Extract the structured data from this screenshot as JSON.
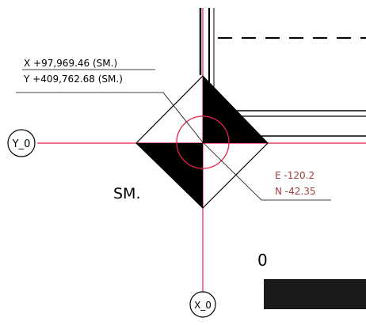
{
  "coordinates": {
    "x_label": "X +97,969.46 (SM.)",
    "y_label": "Y +409,762.68 (SM.)"
  },
  "offsets": {
    "e_label": "E -120.2",
    "n_label": "N -42.35"
  },
  "marker_code": "SM.",
  "zero_label": "0",
  "grid_bubbles": {
    "y_axis": "Y_0",
    "x_axis": "X_0"
  },
  "colors": {
    "axis_line": "#e8204a",
    "center_circle": "#e8204a",
    "drawing_ink": "#000000",
    "offset_text": "#a04040",
    "background": "#ffffff"
  }
}
